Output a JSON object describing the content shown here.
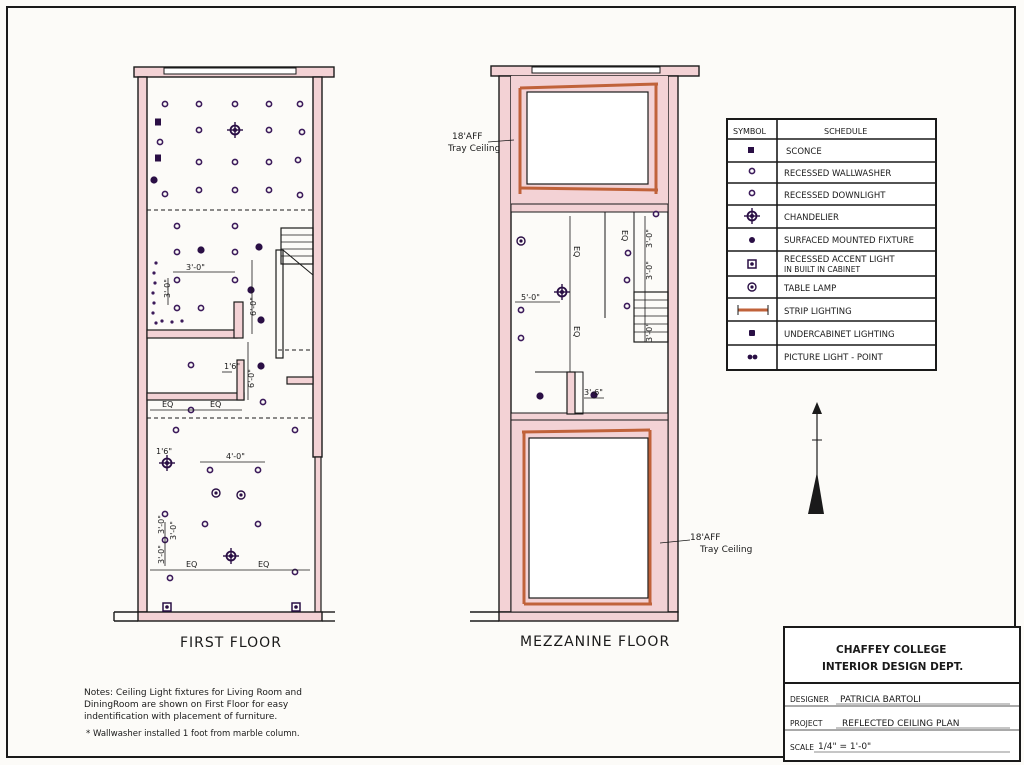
{
  "floor_labels": {
    "first": "FIRST FLOOR",
    "mezzanine": "MEZZANINE FLOOR"
  },
  "annotations": {
    "tray_top": [
      "18'AFF",
      "Tray Ceiling"
    ],
    "tray_bottom": [
      "18'AFF",
      "Tray Ceiling"
    ],
    "first_floor_dims": {
      "d1": "3'-0\"",
      "d2": "3'-0\"",
      "d3": "6'-0\"",
      "d4": "6'-0\"",
      "d5": "1'6\"",
      "d6": "EQ",
      "d7": "EQ",
      "d8": "1'6\"",
      "d9": "4'-0\"",
      "d10": "3'-0\"",
      "d11": "3'-0\"",
      "d12": "3'-0\"",
      "d13": "EQ",
      "d14": "EQ"
    },
    "mezz_dims": {
      "m1": "5'-0\"",
      "m2": "EQ",
      "m3": "EQ",
      "m4": "EQ",
      "m5": "3'-0\"",
      "m6": "3'-0\"",
      "m7": "3'-0\"",
      "m8": "3'-6\""
    }
  },
  "schedule": {
    "header_symbol": "SYMBOL",
    "header_schedule": "SCHEDULE",
    "rows": [
      {
        "symbol": "sconce",
        "label": "SCONCE"
      },
      {
        "symbol": "wallwasher",
        "label": "RECESSED WALLWASHER"
      },
      {
        "symbol": "downlight",
        "label": "RECESSED DOWNLIGHT"
      },
      {
        "symbol": "chandelier",
        "label": "CHANDELIER"
      },
      {
        "symbol": "surface",
        "label": "SURFACED MOUNTED FIXTURE"
      },
      {
        "symbol": "accent",
        "label": "RECESSED ACCENT LIGHT IN BUILT IN CABINET",
        "label_line1": "RECESSED ACCENT LIGHT",
        "label_line2": "IN BUILT IN CABINET"
      },
      {
        "symbol": "table-lamp",
        "label": "TABLE LAMP"
      },
      {
        "symbol": "strip",
        "label": "STRIP LIGHTING"
      },
      {
        "symbol": "undercabinet",
        "label": "UNDERCABINET LIGHTING"
      },
      {
        "symbol": "picture",
        "label": "PICTURE LIGHT - POINT"
      }
    ]
  },
  "notes": {
    "line1": "Notes: Ceiling Light fixtures for Living Room and",
    "line2": "DiningRoom are shown on First Floor for easy",
    "line3": "indentification with placement of furniture.",
    "line4": "* Wallwasher installed 1 foot from marble column."
  },
  "title_block": {
    "college": "CHAFFEY COLLEGE",
    "dept": "INTERIOR DESIGN DEPT.",
    "designer_label": "DESIGNER",
    "designer": "PATRICIA BARTOLI",
    "project_label": "PROJECT",
    "project": "REFLECTED CEILING PLAN",
    "scale_label": "SCALE",
    "scale": "1/4\" = 1'-0\""
  },
  "colors": {
    "wall": "#f3d2d5",
    "ink": "#1a1a1a",
    "fixture": "#3b1a5a",
    "strip": "#c0623a"
  }
}
